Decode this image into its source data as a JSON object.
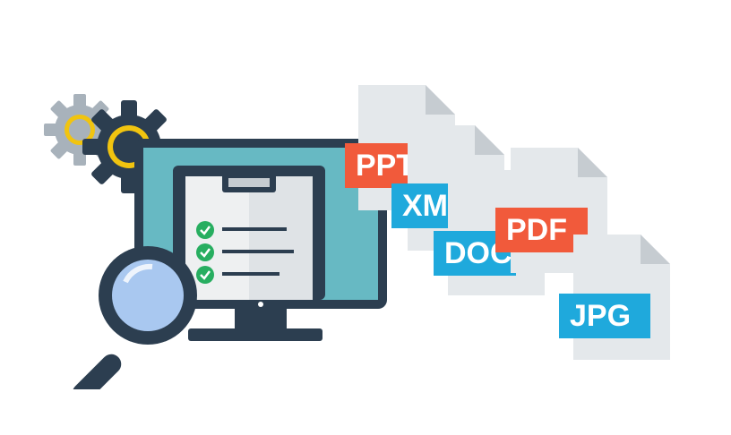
{
  "illustration": {
    "colors": {
      "navy": "#2c3e50",
      "screen": "#67b9c3",
      "gear_light": "#a8b2bb",
      "gear_ring": "#f1c40f",
      "file_body": "#e4e8eb",
      "file_fold": "#c6ccd1",
      "tag_red": "#f15a3b",
      "tag_blue": "#1fa9dc",
      "check_green": "#27ae60",
      "lens": "#a9c8f0"
    },
    "icons": [
      "gear-icon",
      "monitor-icon",
      "clipboard-icon",
      "checkmark-icon",
      "magnifier-icon",
      "file-icon"
    ],
    "files": [
      {
        "label": "PPT"
      },
      {
        "label": "XML"
      },
      {
        "label": "DOC"
      },
      {
        "label": "PDF"
      },
      {
        "label": "JPG"
      }
    ]
  }
}
